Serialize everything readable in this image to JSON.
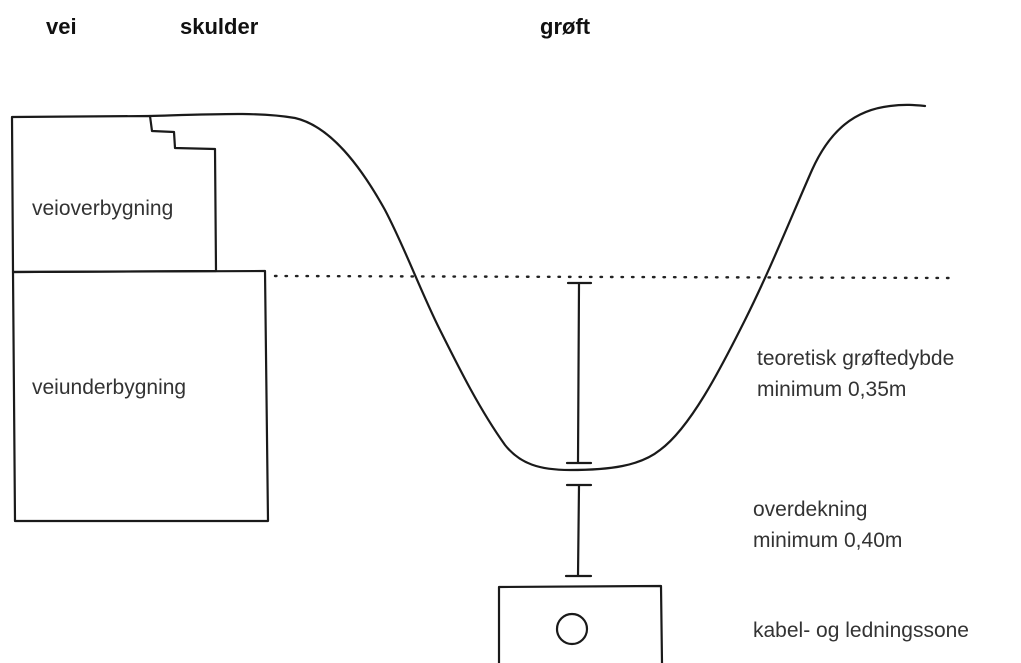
{
  "headings": {
    "road": "vei",
    "shoulder": "skulder",
    "ditch": "grøft"
  },
  "boxes": {
    "superstructure": "veioverbygning",
    "substructure": "veiunderbygning"
  },
  "annotations": {
    "ditch_depth_line1": "teoretisk grøftedybde",
    "ditch_depth_line2": "minimum 0,35m",
    "cover_line1": "overdekning",
    "cover_line2": "minimum 0,40m",
    "cable_zone": "kabel- og ledningssone"
  },
  "colors": {
    "ink": "#1a1a1a",
    "text": "#333333"
  }
}
